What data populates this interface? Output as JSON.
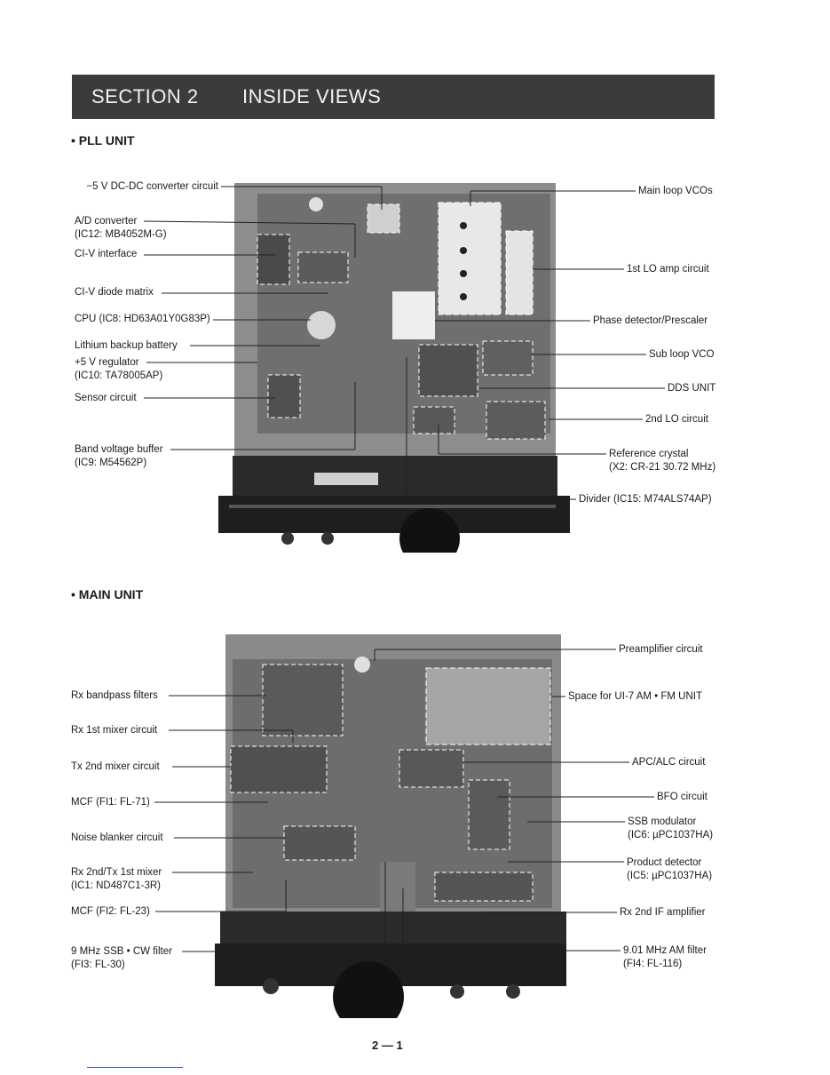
{
  "header": {
    "section_number": "SECTION  2",
    "section_title": "INSIDE VIEWS"
  },
  "pll": {
    "heading": "• PLL UNIT",
    "left_labels": [
      {
        "line1": "−5 V DC-DC converter circuit",
        "line2": ""
      },
      {
        "line1": "A/D converter",
        "line2": "(IC12: MB4052M-G)"
      },
      {
        "line1": "CI-V interface",
        "line2": ""
      },
      {
        "line1": "CI-V diode matrix",
        "line2": ""
      },
      {
        "line1": "CPU (IC8: HD63A01Y0G83P)",
        "line2": ""
      },
      {
        "line1": "Lithium backup battery",
        "line2": ""
      },
      {
        "line1": "+5 V regulator",
        "line2": "(IC10: TA78005AP)"
      },
      {
        "line1": "Sensor circuit",
        "line2": ""
      },
      {
        "line1": "Band voltage buffer",
        "line2": "(IC9: M54562P)"
      }
    ],
    "right_labels": [
      {
        "line1": "Main loop VCOs",
        "line2": ""
      },
      {
        "line1": "1st LO amp circuit",
        "line2": ""
      },
      {
        "line1": "Phase detector/Prescaler",
        "line2": ""
      },
      {
        "line1": "Sub loop VCO",
        "line2": ""
      },
      {
        "line1": "DDS UNIT",
        "line2": ""
      },
      {
        "line1": "2nd LO circuit",
        "line2": ""
      },
      {
        "line1": "Reference crystal",
        "line2": "(X2: CR-21 30.72 MHz)"
      },
      {
        "line1": "Divider (IC15: M74ALS74AP)",
        "line2": ""
      }
    ]
  },
  "main": {
    "heading": "• MAIN UNIT",
    "left_labels": [
      {
        "line1": "Rx bandpass filters",
        "line2": ""
      },
      {
        "line1": "Rx 1st mixer circuit",
        "line2": ""
      },
      {
        "line1": "Tx 2nd mixer circuit",
        "line2": ""
      },
      {
        "line1": "MCF (FI1: FL-71)",
        "line2": ""
      },
      {
        "line1": "Noise blanker circuit",
        "line2": ""
      },
      {
        "line1": "Rx 2nd/Tx 1st mixer",
        "line2": "(IC1: ND487C1-3R)"
      },
      {
        "line1": "MCF (FI2: FL-23)",
        "line2": ""
      },
      {
        "line1": "9 MHz SSB • CW filter",
        "line2": "(FI3: FL-30)"
      }
    ],
    "right_labels": [
      {
        "line1": "Preamplifier circuit",
        "line2": ""
      },
      {
        "line1": "Space for UI-7 AM • FM UNIT",
        "line2": ""
      },
      {
        "line1": "APC/ALC circuit",
        "line2": ""
      },
      {
        "line1": "BFO circuit",
        "line2": ""
      },
      {
        "line1": "SSB modulator",
        "line2": "(IC6: µPC1037HA)"
      },
      {
        "line1": "Product detector",
        "line2": "(IC5: µPC1037HA)"
      },
      {
        "line1": "Rx 2nd IF amplifier",
        "line2": ""
      },
      {
        "line1": "9.01 MHz AM filter",
        "line2": "(FI4: FL-116)"
      }
    ]
  },
  "page_number": "2 — 1"
}
